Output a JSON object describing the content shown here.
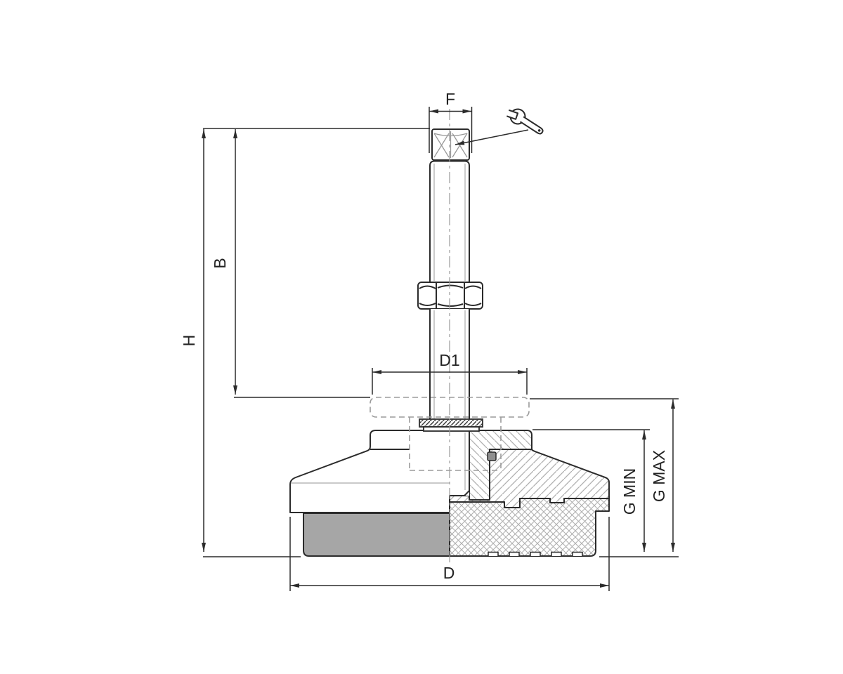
{
  "drawing": {
    "labels": {
      "f": "F",
      "b": "B",
      "h": "H",
      "d1": "D1",
      "d": "D",
      "g_min": "G MIN",
      "g_max": "G MAX"
    },
    "colors": {
      "line": "#2b2b2b",
      "hatch": "#b0b0b0",
      "rubber_pad": "#a6a6a6",
      "phantom": "#9b9b9b",
      "pin": "#8f8f8f",
      "background": "#ffffff"
    }
  }
}
